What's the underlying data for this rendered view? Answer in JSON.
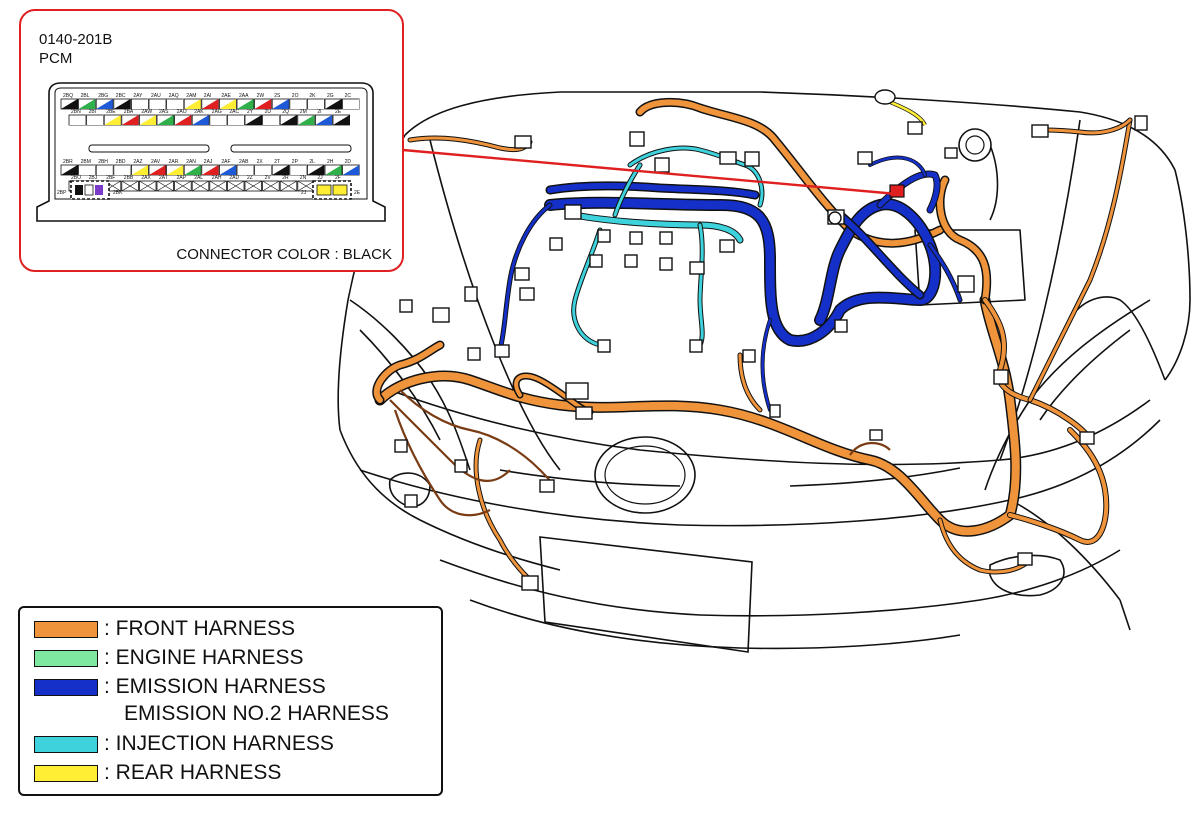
{
  "callout": {
    "code": "0140-201B",
    "name": "PCM",
    "connector_color": "CONNECTOR COLOR : BLACK",
    "row1_labels": [
      "2BQ",
      "2BL",
      "2BG",
      "2BC",
      "2AY",
      "2AU",
      "2AQ",
      "2AM",
      "2AI",
      "2AE",
      "2AA",
      "2W",
      "2S",
      "2O",
      "2K",
      "2G",
      "2C"
    ],
    "row2_labels": [
      "2BN",
      "2BI",
      "2BE",
      "2BA",
      "2AW",
      "2AS",
      "2AO",
      "2AK",
      "2AG",
      "2AC",
      "2Y",
      "2U",
      "2Q",
      "2M",
      "2I",
      "2E"
    ],
    "row3_labels": [
      "2BR",
      "2BM",
      "2BH",
      "2BD",
      "2AZ",
      "2AV",
      "2AR",
      "2AN",
      "2AJ",
      "2AF",
      "2AB",
      "2X",
      "2T",
      "2P",
      "2L",
      "2H",
      "2D"
    ],
    "row4_labels": [
      "2BO",
      "2BJ",
      "2BF",
      "2BB",
      "2AX",
      "2AT",
      "2AP",
      "2AL",
      "2AH",
      "2AD",
      "2Z",
      "2V",
      "2R",
      "2N",
      "2J",
      "2F"
    ],
    "left_small_label": "2BP",
    "left_small_label_2": "2BK",
    "right_small_label": "2J",
    "right_small_label_2": "2E"
  },
  "legend": {
    "items": [
      {
        "label": ": FRONT HARNESS",
        "color": "#f0943c"
      },
      {
        "label": ": ENGINE HARNESS",
        "color": "#7ee8a0"
      },
      {
        "label": ": EMISSION HARNESS",
        "color": "#1430c8"
      },
      {
        "label": ": INJECTION HARNESS",
        "color": "#3ed2dc"
      },
      {
        "label": ": REAR HARNESS",
        "color": "#ffee33"
      }
    ],
    "sub_label": "EMISSION NO.2 HARNESS"
  },
  "colors": {
    "front": "#f0943c",
    "engine": "#7ee8a0",
    "emission": "#1430c8",
    "injection": "#3ed2dc",
    "rear": "#ffee33",
    "leader_line": "#e02020",
    "brown_wire": "#7a3c14"
  }
}
